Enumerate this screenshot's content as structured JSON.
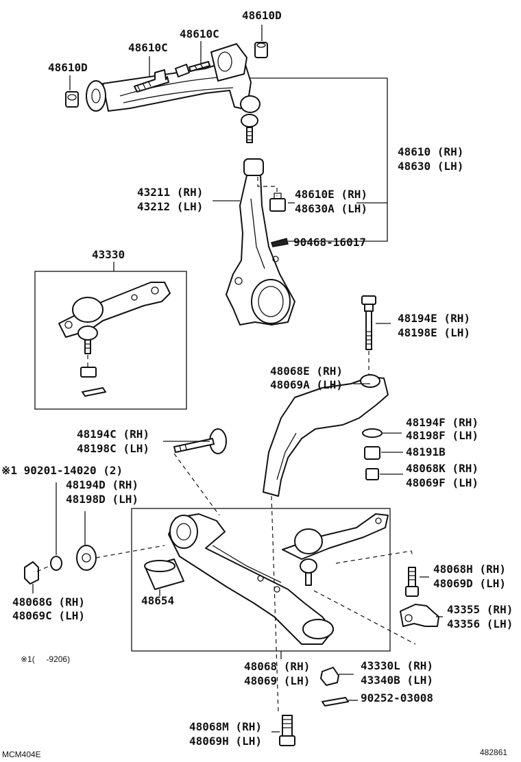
{
  "labels": {
    "d_top": "48610D",
    "c_top": "48610C",
    "c_left": "48610C",
    "d_left": "48610D",
    "arm_rh": "48610 (RH)",
    "arm_lh": "48630 (LH)",
    "knuckle_rh": "43211 (RH)",
    "knuckle_lh": "43212 (LH)",
    "nut_e_rh": "48610E (RH)",
    "nut_e_lh": "48630A (LH)",
    "pin": "90468-16017",
    "ball_joint": "43330",
    "bolt_e_rh": "48194E (RH)",
    "bolt_e_lh": "48198E (LH)",
    "strut_rh": "48068E (RH)",
    "strut_lh": "48069A (LH)",
    "washer_f_rh": "48194F (RH)",
    "washer_f_lh": "48198F (LH)",
    "nut_191b": "48191B",
    "nut_k_rh": "48068K (RH)",
    "nut_k_lh": "48069F (LH)",
    "bolt_c_rh": "48194C (RH)",
    "bolt_c_lh": "48198C (LH)",
    "ref_note": "※1 90201-14020 (2)",
    "cam_rh": "48194D (RH)",
    "cam_lh": "48198D (LH)",
    "bushing": "48654",
    "nut_g_rh": "48068G (RH)",
    "nut_g_lh": "48069C (LH)",
    "bolt_h_rh": "48068H (RH)",
    "bolt_h_lh": "48069D (LH)",
    "bracket_rh": "43355 (RH)",
    "bracket_lh": "43356 (LH)",
    "lower_rh": "48068 (RH)",
    "lower_lh": "48069 (LH)",
    "nut_l_rh": "43330L (RH)",
    "nut_l_lh": "43340B (LH)",
    "cotter": "90252-03008",
    "bolt_m_rh": "48068M (RH)",
    "bolt_m_lh": "48069H (LH)",
    "footnote": "※1(     -9206)",
    "code_left": "MCM404E",
    "code_right": "482861"
  }
}
